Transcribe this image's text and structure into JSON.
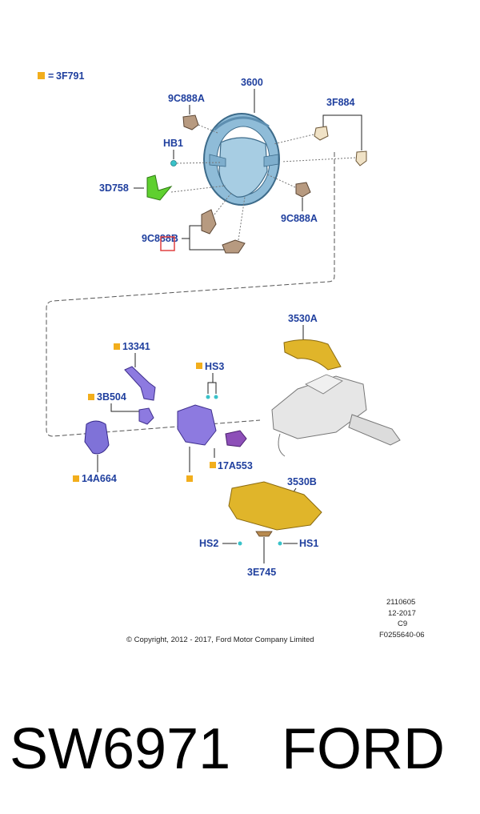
{
  "legend": {
    "marker_text": "=",
    "code": "3F791",
    "marker_color": "#f2ae1c"
  },
  "labels": {
    "steering_wheel": "3600",
    "switch_upper_left": "9C888A",
    "switch_right_pair": "3F884",
    "bolt": "HB1",
    "trim_green": "3D758",
    "switch_lower_right": "9C888A",
    "paddle_pair": "9C888B",
    "shroud_upper": "3530A",
    "lever_upper": "13341",
    "lever_lower": "3B504",
    "clockspring": "14A664",
    "screws_hs3": "HS3",
    "module_17a553": "17A553",
    "shroud_lower": "3530B",
    "screw_hs2": "HS2",
    "screw_hs1": "HS1",
    "clip_3e745": "3E745"
  },
  "meta": {
    "line1": "2110605",
    "line2": "12-2017",
    "line3": "C9",
    "line4": "F0255640-06",
    "copyright": "© Copyright, 2012 - 2017, Ford Motor Company Limited"
  },
  "caption": {
    "part_number": "SW6971",
    "brand": "FORD"
  },
  "colors": {
    "label": "#1f3f9e",
    "wheel": "#8fbcd8",
    "trim": "#5fd02f",
    "bracket": "#b79a80",
    "switch_purple": "#8d7ae0",
    "shroud": "#e0b52a",
    "column": "#e6e6e6",
    "bolt": "#39c2c9",
    "highlight": "#e04040"
  }
}
